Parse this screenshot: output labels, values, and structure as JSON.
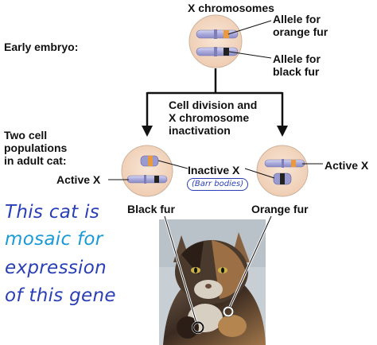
{
  "labels": {
    "x_chromosomes": "X chromosomes",
    "allele_orange": "Allele for\norange fur",
    "allele_black": "Allele for\nblack fur",
    "early_embryo": "Early embryo:",
    "cell_division": "Cell division and\nX chromosome\ninactivation",
    "two_cell_populations": "Two cell\npopulations\nin adult cat:",
    "active_x_left": "Active X",
    "inactive_x": "Inactive X",
    "active_x_right": "Active X",
    "black_fur": "Black fur",
    "orange_fur": "Orange fur"
  },
  "annotations": {
    "barr_bodies": "(Barr bodies)",
    "handwritten": [
      "This cat is",
      "mosaic for",
      "expression",
      "of this gene"
    ]
  },
  "colors": {
    "cell_fill": "#f4dcc8",
    "chromosome": "#b8b8e0",
    "orange_allele": "#e89a3c",
    "black_allele": "#222222",
    "ink_blue": "#2a3fb5",
    "ink_cyan": "#1a9ad6"
  }
}
